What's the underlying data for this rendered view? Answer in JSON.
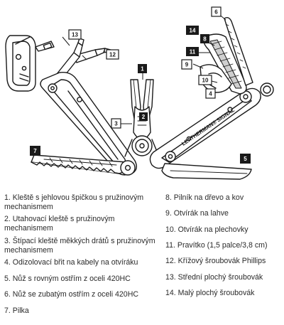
{
  "callouts": {
    "c1": "1",
    "c2": "2",
    "c3": "3",
    "c4": "4",
    "c5": "5",
    "c6": "6",
    "c7": "7",
    "c8": "8",
    "c9": "9",
    "c10": "10",
    "c11": "11",
    "c12": "12",
    "c13": "13",
    "c14": "14"
  },
  "engraving": "LEATHERMAN® SIGNAL",
  "legend_left": [
    "1. Kleště s jehlovou špičkou s pružinovým mechanismem",
    "2. Utahovací kleště s pružinovým mechanismem",
    "3. Štípací kleště měkkých drátů s pružinovým mechanismem",
    "4. Odizolovací břit na kabely na otvíráku",
    "5. Nůž s rovným ostřím z oceli 420HC",
    "6. Nůž se zubatým ostřím z oceli 420HC",
    "7. Pilka"
  ],
  "legend_right": [
    "8. Pilník na dřevo a kov",
    "9. Otvírák na lahve",
    "10. Otvírák na plechovky",
    "11. Pravítko (1,5 palce/3,8 cm)",
    "12. Křížový šroubovák Phillips",
    "13. Střední plochý šroubovák",
    "14. Malý plochý šroubovák"
  ],
  "colors": {
    "line": "#1a1a1a",
    "fill": "#ffffff",
    "shade": "#cfcfcf",
    "label_bg": "#1a1a1a",
    "label_fg": "#ffffff"
  }
}
